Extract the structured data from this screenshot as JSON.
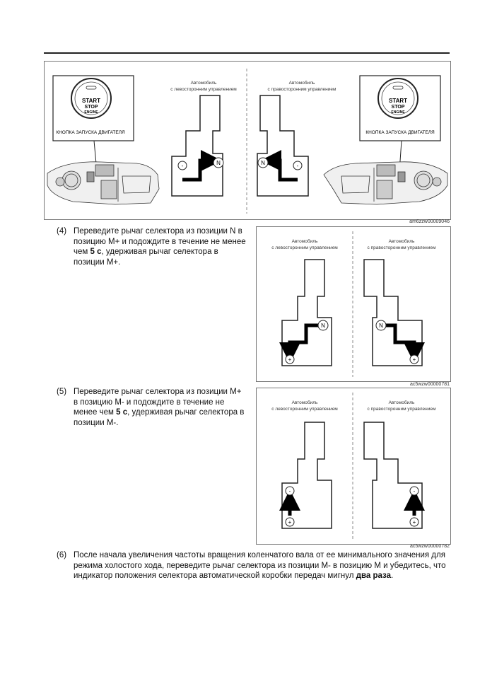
{
  "figure1": {
    "left_caption": [
      "Автомобиль",
      "с левосторонним управлением"
    ],
    "right_caption": [
      "Автомобиль",
      "с правосторонним управлением"
    ],
    "button_lines": [
      "START",
      "STOP",
      "ENGINE"
    ],
    "button_callout": "КНОПКА ЗАПУСКА ДВИГАТЕЛЯ",
    "gate_markers": {
      "minus": "-",
      "neutral": "N",
      "plus": "+"
    },
    "code": "am6zzw00009046"
  },
  "step4": {
    "num": "(4)",
    "lines": [
      {
        "pre": "Переведите рычаг селектора из позиции N в",
        "bold": "",
        "post": ""
      },
      {
        "pre": "позицию M+ и подождите в течение не менее",
        "bold": "",
        "post": ""
      },
      {
        "pre": "чем ",
        "bold": "5 с",
        "post": ", удерживая рычаг селектора в"
      },
      {
        "pre": "позиции M+.",
        "bold": "",
        "post": ""
      }
    ],
    "figure": {
      "left_caption": [
        "Автомобиль",
        "с левосторонним управлением"
      ],
      "right_caption": [
        "Автомобиль",
        "с правосторонним управлением"
      ],
      "code": "ac5wzw00000781"
    }
  },
  "step5": {
    "num": "(5)",
    "lines": [
      {
        "pre": "Переведите рычаг селектора из позиции M+",
        "bold": "",
        "post": ""
      },
      {
        "pre": "в позицию M- и подождите в течение не",
        "bold": "",
        "post": ""
      },
      {
        "pre": "менее чем ",
        "bold": "5 с",
        "post": ", удерживая рычаг селектора в"
      },
      {
        "pre": "позиции M-.",
        "bold": "",
        "post": ""
      }
    ],
    "figure": {
      "left_caption": [
        "Автомобиль",
        "с левосторонним управлением"
      ],
      "right_caption": [
        "Автомобиль",
        "с правосторонним управлением"
      ],
      "code": "ac5wzw00000782"
    }
  },
  "step6": {
    "num": "(6)",
    "lines": [
      {
        "pre": "После начала увеличения частоты вращения коленчатого вала от ее минимального значения для",
        "bold": "",
        "post": ""
      },
      {
        "pre": "режима холостого хода, переведите рычаг селектора из позиции M- в позицию M и убедитесь, что",
        "bold": "",
        "post": ""
      },
      {
        "pre": "индикатор положения селектора автоматической коробки передач мигнул ",
        "bold": "два раза",
        "post": "."
      }
    ]
  }
}
